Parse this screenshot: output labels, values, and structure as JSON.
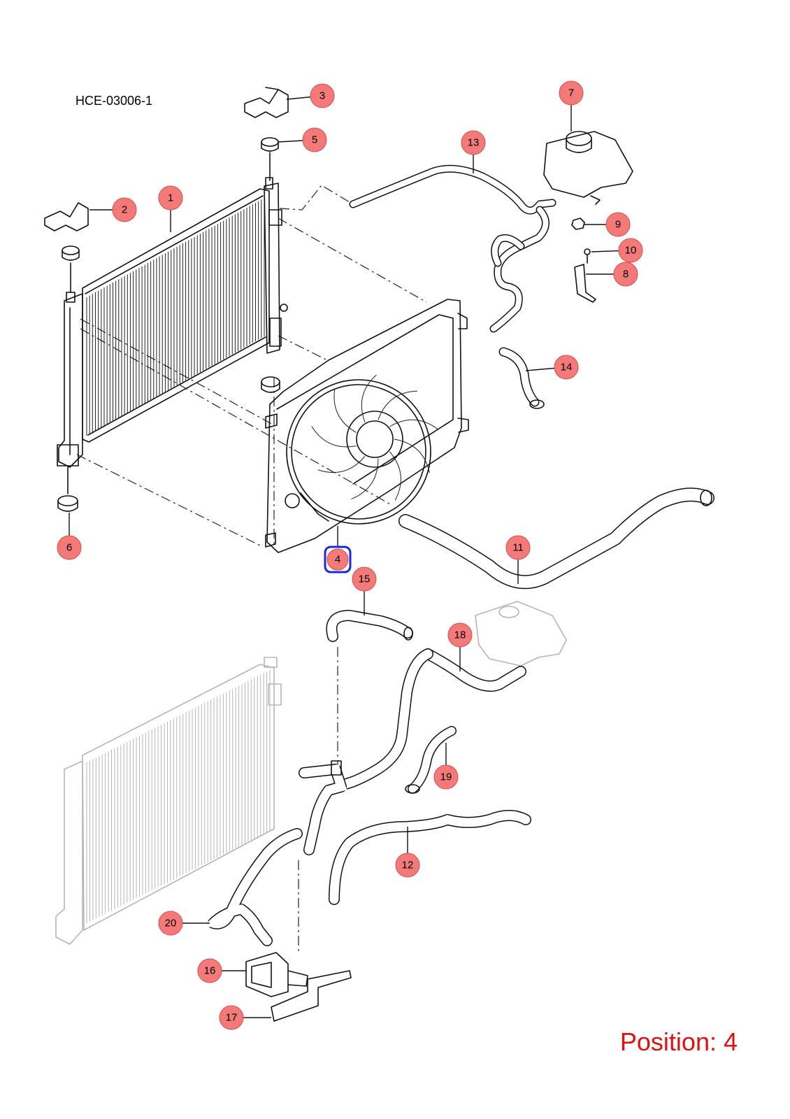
{
  "drawing_code": "HCE-03006-1",
  "position_label": "Position: 4",
  "colors": {
    "callout_fill": "#f47a7a",
    "callout_stroke": "#d84a4a",
    "selected_outline": "#1a28e0",
    "position_text": "#e01010"
  },
  "selected_callout": "4",
  "callouts": [
    {
      "label": "1"
    },
    {
      "label": "2"
    },
    {
      "label": "3"
    },
    {
      "label": "4"
    },
    {
      "label": "5"
    },
    {
      "label": "6"
    },
    {
      "label": "7"
    },
    {
      "label": "8"
    },
    {
      "label": "9"
    },
    {
      "label": "10"
    },
    {
      "label": "11"
    },
    {
      "label": "12"
    },
    {
      "label": "13"
    },
    {
      "label": "14"
    },
    {
      "label": "15"
    },
    {
      "label": "16"
    },
    {
      "label": "17"
    },
    {
      "label": "18"
    },
    {
      "label": "19"
    },
    {
      "label": "20"
    }
  ]
}
